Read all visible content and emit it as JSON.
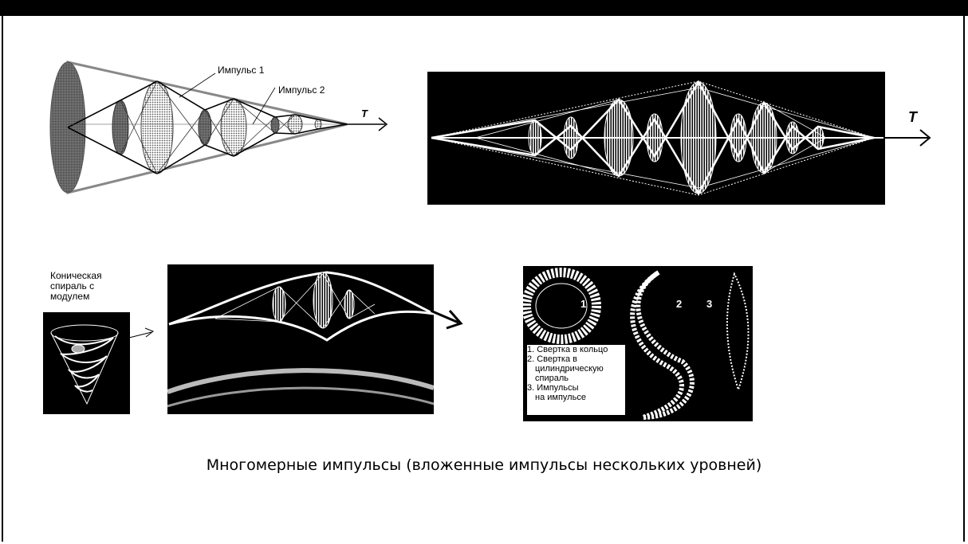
{
  "diagram": {
    "cone": {
      "pulse1_label": "Импульс 1",
      "pulse2_label": "Импульс 2",
      "axis_label": "T"
    },
    "double_cone": {
      "axis_label": "T"
    },
    "spiral": {
      "label_line1": "Коническая",
      "label_line2": "спираль с",
      "label_line3": "модулем"
    },
    "convolutions": {
      "num1": "1",
      "num2": "2",
      "num3": "3",
      "legend": {
        "item1": "1. Свертка в кольцо",
        "item2_line1": "2. Свертка в",
        "item2_line2": "цилиндрическую",
        "item2_line3": "спираль",
        "item3_line1": "3. Импульсы",
        "item3_line2": "на импульсе"
      }
    },
    "caption": "Многомерные импульсы (вложенные импульсы нескольких уровней)"
  },
  "colors": {
    "background": "#ffffff",
    "frame": "#000000",
    "ink": "#ffffff"
  }
}
